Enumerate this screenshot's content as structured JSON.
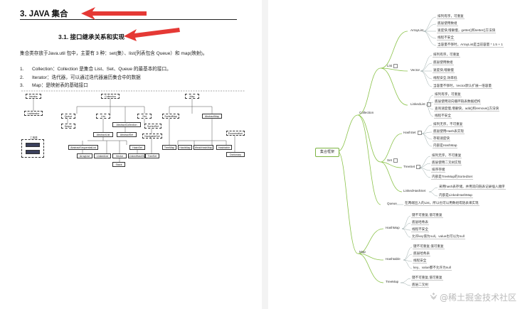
{
  "left_page": {
    "section_title": "3. JAVA 集合",
    "subsection_title": "3.1. 接口继承关系和实现",
    "intro": "集合类存放于Java.util 包中，主要有 3 种：set(集）、list(列表包含 Queue）和 map(映射)。",
    "items": [
      {
        "num": "1.",
        "text": "Collection：Collection 是集合 List、Set、Queue 的最基本的接口。"
      },
      {
        "num": "2.",
        "text": "Iterator：迭代器，可以通过迭代器遍历集合中的数据"
      },
      {
        "num": "3.",
        "text": "Map：是映射表的基础接口"
      }
    ],
    "diagram": {
      "boxes": {
        "iterator": "Iterator",
        "collection": "Collection",
        "map": "Map",
        "listiterator": "ListIterator",
        "queue": "Queue",
        "list": "List",
        "set": "Set",
        "abstract_collection": "AbstractCollection",
        "sortedset": "SortedSet",
        "sortedmap": "SortedMap",
        "abstractmap": "AbstractMap",
        "deque": "Deque",
        "abstractlist": "AbstractList",
        "abstractset": "AbstractSet",
        "abstract_sequential_list": "AbstractSequentialList",
        "arraylist": "ArrayList",
        "vector": "Vector",
        "linkedlist": "LinkedList",
        "hashset": "HashSet",
        "treeset": "TreeSet",
        "navigableset": "NavigableSet",
        "treemap": "TreeMap",
        "hashmap": "HashMap",
        "weakhashmap": "WeakHashMap",
        "hashtable": "Hashtable",
        "stack": "Stack",
        "linkedhashset": "LinkedHashSet",
        "enumeration": "Enumeration",
        "dictionary": "Dictionary",
        "legend_a": "",
        "legend_b": ""
      },
      "legend_title": "工具类"
    }
  },
  "mindmap": {
    "root": "集合框架",
    "branches": {
      "collection": "Collection",
      "map": "Map"
    },
    "list": {
      "label": "List",
      "arraylist": {
        "label": "ArrayList",
        "leaves": [
          "排列有序，可重复",
          "底层使用数组",
          "速度快,增删慢，getter()和setter()方法快",
          "线程不安全",
          "当容量不够时，ArrayList是当前容量 * 1.5 + 1"
        ]
      },
      "vector": {
        "label": "Vector",
        "leaves": [
          "排列有序，可重复",
          "底层使用数组",
          "速度快,增删慢",
          "线程安全,效率低",
          "当容量不够时，Vector默认扩展一倍容量"
        ]
      },
      "linkedlist": {
        "label": "LinkedList",
        "leaves": [
          "排列有序，可重复",
          "底层使用双向循环链表数据结构",
          "查询速度慢,增删快，add()和remove()方法快",
          "线程不安全"
        ]
      }
    },
    "set": {
      "label": "Set",
      "hashset": {
        "label": "HashSet",
        "leaves": [
          "排列无序，不可重复",
          "底层使用Hash表实现",
          "存取速度快",
          "内部是HashMap"
        ]
      },
      "treeset": {
        "label": "TreeSet",
        "leaves": [
          "排列无序，不可重复",
          "底层使用二叉树实现",
          "排序存储",
          "内部是TreeMap的SortedSet"
        ]
      },
      "linkedhashset": {
        "label": "LinkedHashSet",
        "leaves": [
          "采用hash表存储，并用双向链表记录插入顺序",
          "内部是LinkedHashMap"
        ]
      }
    },
    "queue": {
      "label": "Queue",
      "leaf": "在两端出入的List，所以也可以用数组或链表来实现"
    },
    "hashmap": {
      "label": "HashMap",
      "leaves": [
        "键不可重复,值可重复",
        "底层哈希表",
        "线程不安全",
        "允许key值为null，value也可以为null"
      ]
    },
    "hashtable": {
      "label": "Hashtable",
      "leaves": [
        "键不可重复,值可重复",
        "底层哈希表",
        "线程安全",
        "key、value都不允许为null"
      ]
    },
    "treemap": {
      "label": "TreeMap",
      "leaves": [
        "键不可重复,值可重复",
        "底层二叉树"
      ]
    }
  },
  "watermark": "@稀土掘金技术社区"
}
